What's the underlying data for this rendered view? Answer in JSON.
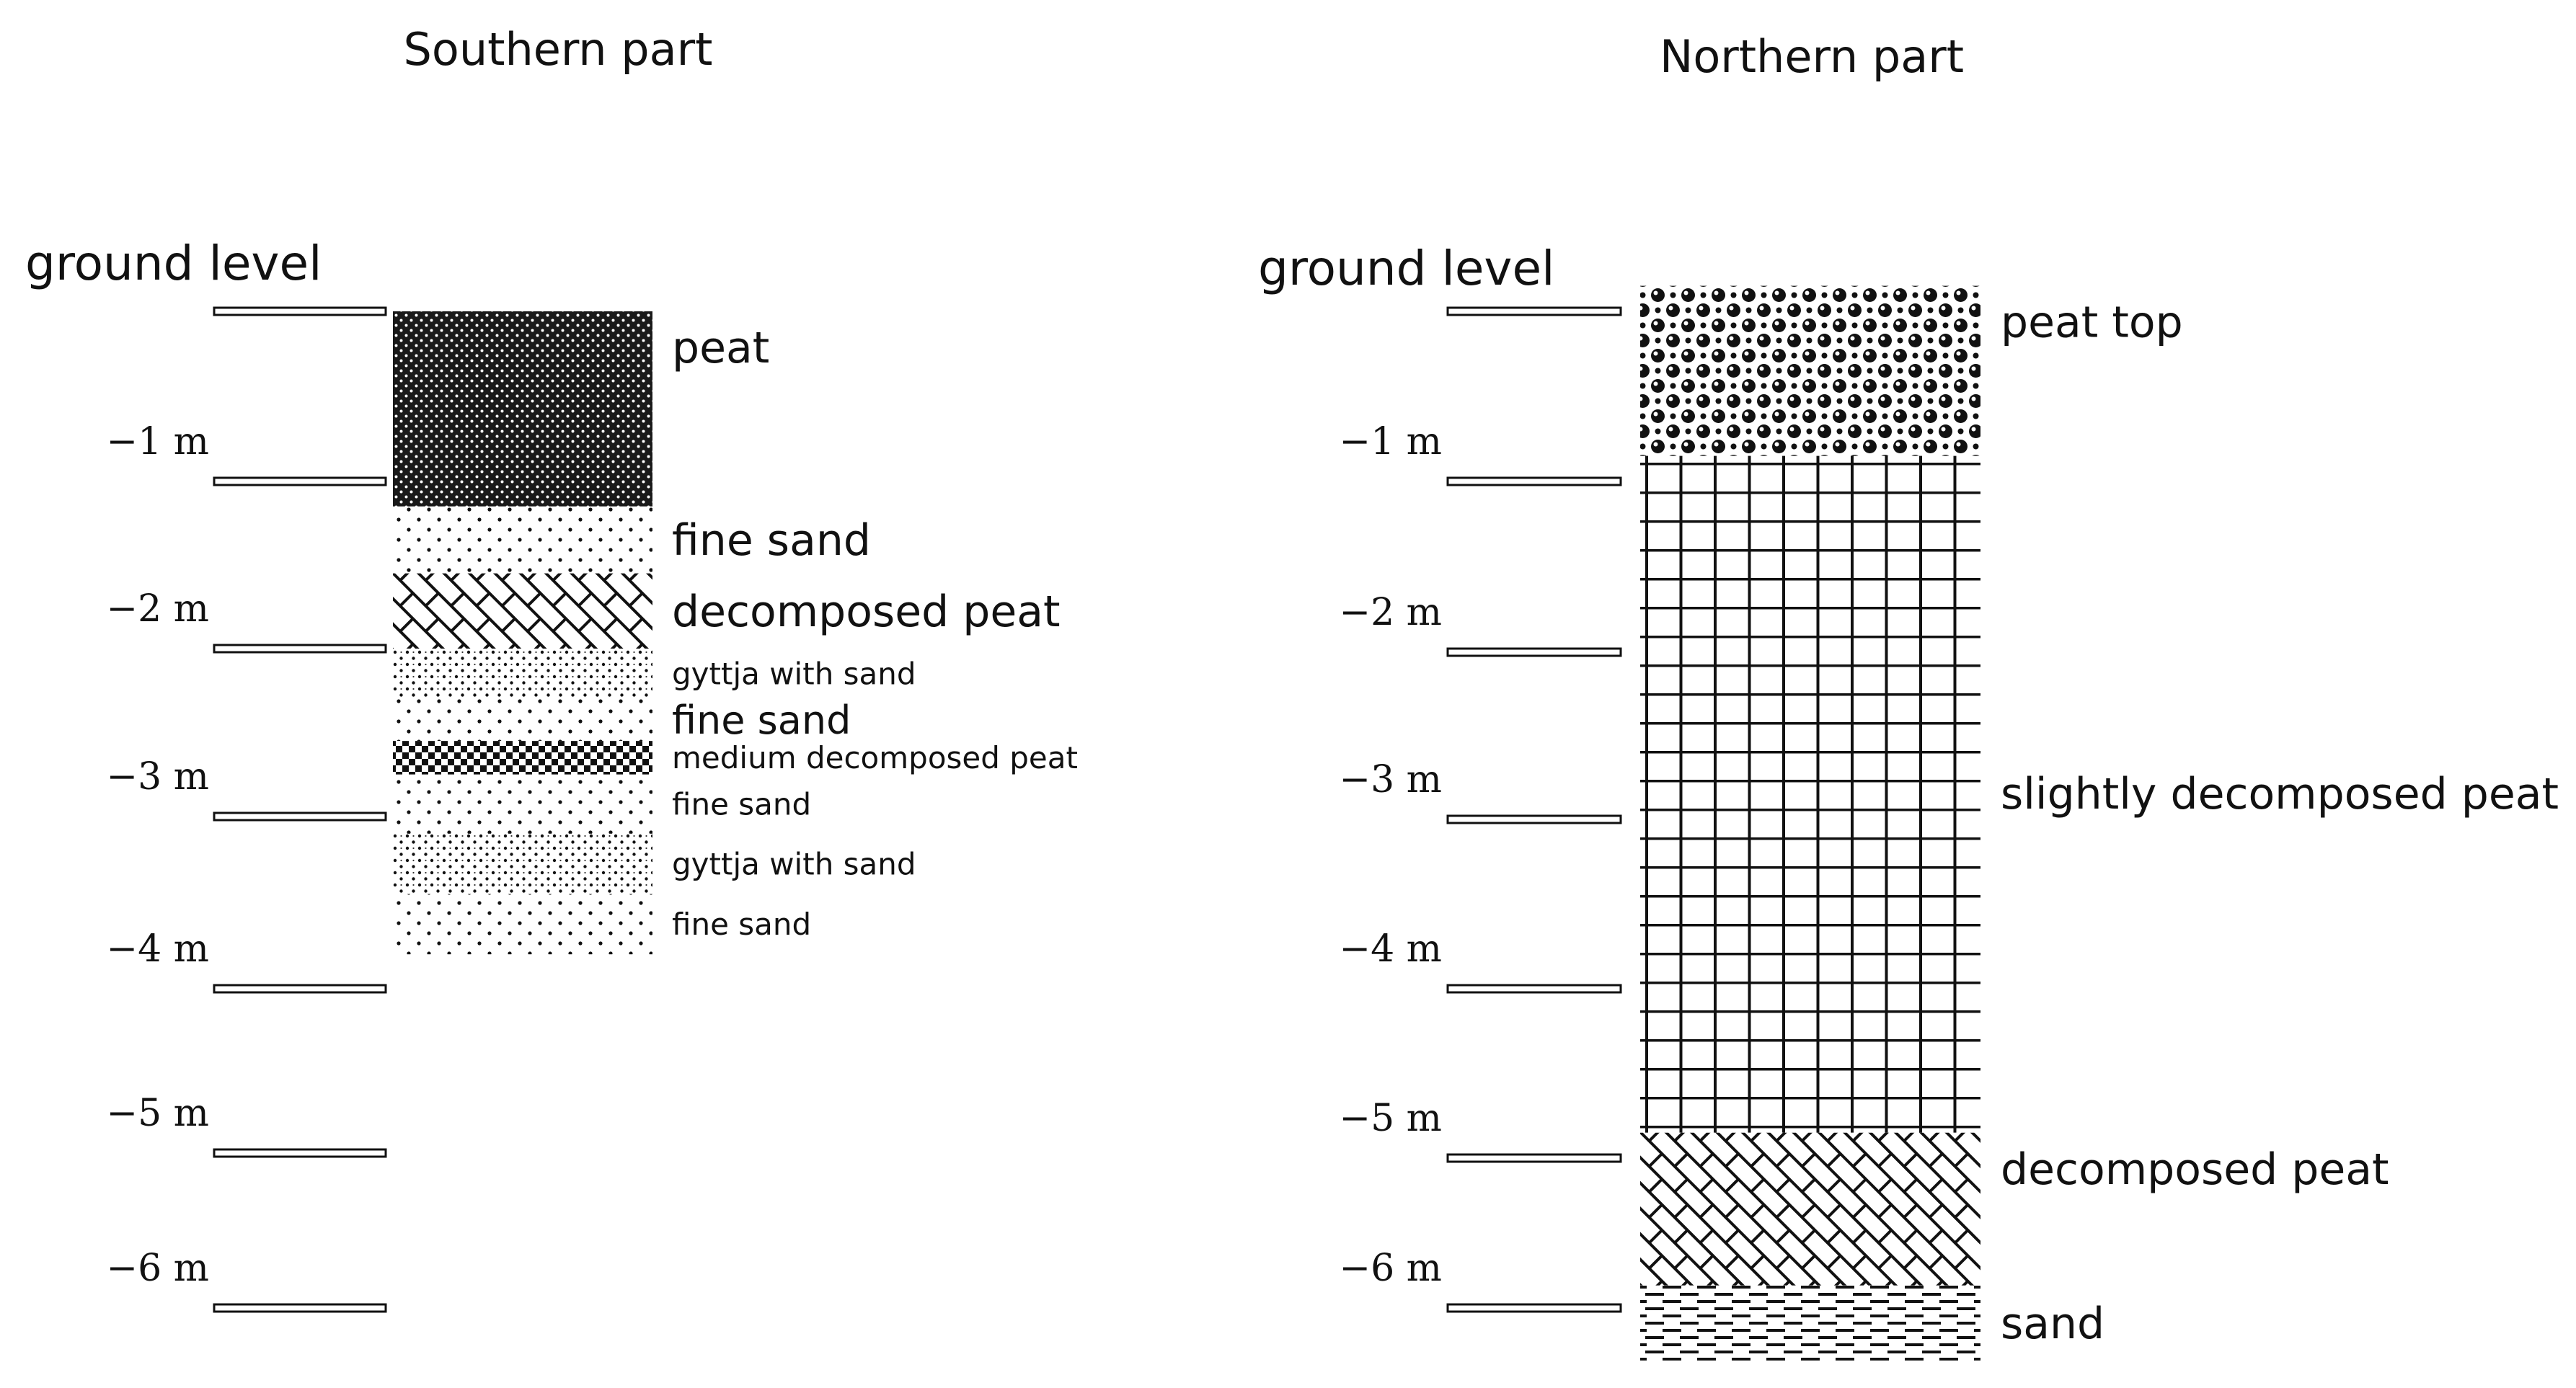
{
  "southern": {
    "title": "Southern part",
    "ground_label": "ground level",
    "depth_labels": [
      "−1 m",
      "−2 m",
      "−3 m",
      "−4 m",
      "−5 m",
      "−6 m"
    ],
    "layers": [
      {
        "label": "peat",
        "pattern": "dense-dots",
        "top_m": 0.0,
        "bottom_m": 1.15
      },
      {
        "label": "fine sand",
        "pattern": "sparse-dots",
        "top_m": 1.15,
        "bottom_m": 1.55
      },
      {
        "label": "decomposed peat",
        "pattern": "diagonal-brick",
        "top_m": 1.55,
        "bottom_m": 2.0
      },
      {
        "label": "gyttja with sand",
        "pattern": "fine-dots",
        "top_m": 2.0,
        "bottom_m": 2.3
      },
      {
        "label": "fine sand",
        "pattern": "sparse-dots",
        "top_m": 2.3,
        "bottom_m": 2.55
      },
      {
        "label": "medium decomposed peat",
        "pattern": "checker",
        "top_m": 2.55,
        "bottom_m": 2.75
      },
      {
        "label": "fine sand",
        "pattern": "sparse-dots",
        "top_m": 2.75,
        "bottom_m": 3.1
      },
      {
        "label": "gyttja with sand",
        "pattern": "fine-dots",
        "top_m": 3.1,
        "bottom_m": 3.45
      },
      {
        "label": "fine sand",
        "pattern": "sparse-dots",
        "top_m": 3.45,
        "bottom_m": 3.8
      }
    ]
  },
  "northern": {
    "title": "Northern part",
    "ground_label": "ground level",
    "depth_labels": [
      "−1 m",
      "−2 m",
      "−3 m",
      "−4 m",
      "−5 m",
      "−6 m"
    ],
    "layers": [
      {
        "label": "peat top",
        "pattern": "spheres",
        "top_m": -0.15,
        "bottom_m": 0.85
      },
      {
        "label": "slightly decomposed peat",
        "pattern": "grid",
        "top_m": 0.85,
        "bottom_m": 4.85
      },
      {
        "label": "decomposed peat",
        "pattern": "diagonal-brick",
        "top_m": 4.85,
        "bottom_m": 5.85
      },
      {
        "label": "sand",
        "pattern": "dashes",
        "top_m": 5.85,
        "bottom_m": 6.35
      }
    ]
  }
}
